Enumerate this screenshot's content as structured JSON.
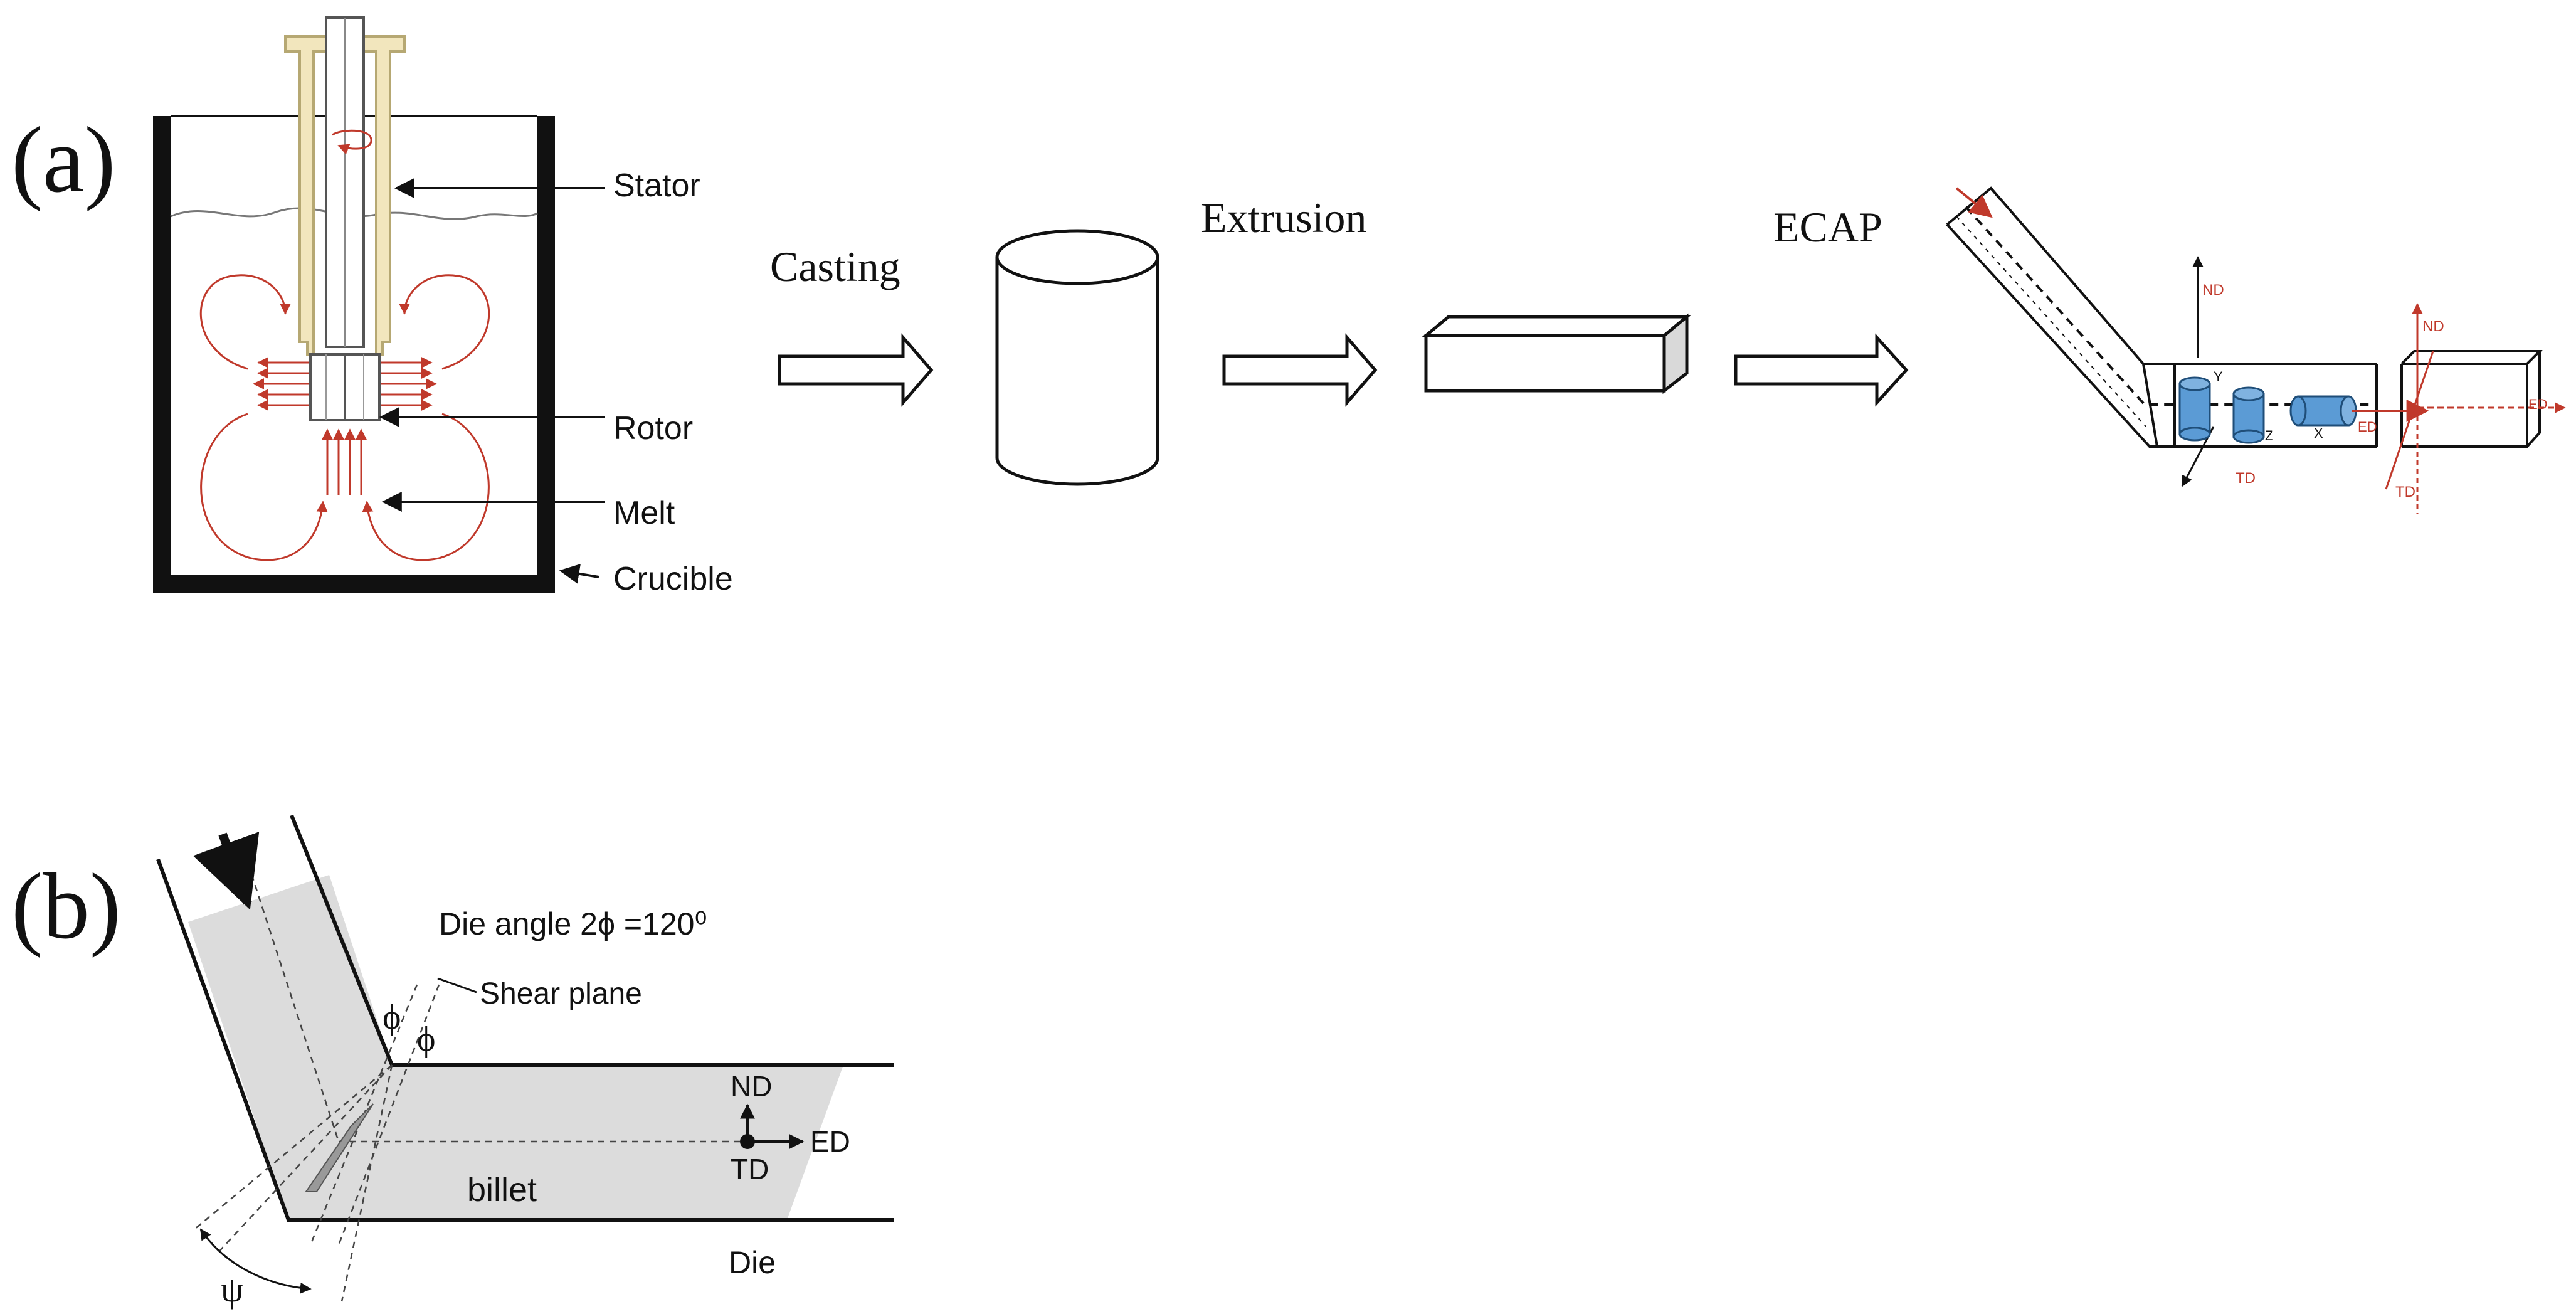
{
  "panel_a": {
    "label": "(a)",
    "mixer": {
      "stator": "Stator",
      "rotor": "Rotor",
      "melt": "Melt",
      "crucible": "Crucible"
    },
    "steps": {
      "casting": "Casting",
      "extrusion": "Extrusion",
      "ecap": "ECAP"
    },
    "ecap_axes": {
      "nd_left": "ND",
      "td_left": "TD",
      "y": "Y",
      "z": "Z",
      "x": "X",
      "ed_inner": "ED",
      "nd_right": "ND",
      "td_right": "TD",
      "ed_right": "ED"
    }
  },
  "panel_b": {
    "label": "(b)",
    "die_angle": "Die angle 2ϕ =120⁰",
    "shear_plane": "Shear plane",
    "phi_left": "ϕ",
    "phi_right": "ϕ",
    "nd": "ND",
    "ed": "ED",
    "td": "TD",
    "billet": "billet",
    "die": "Die",
    "psi": "ψ"
  },
  "colors": {
    "stator_fill": "#f2e6bd",
    "stator_stroke": "#b6a873",
    "flow_red": "#c0392b",
    "grain_blue": "#5b9bd5",
    "billet_gray": "#dcdcdc",
    "ink": "#111111"
  }
}
